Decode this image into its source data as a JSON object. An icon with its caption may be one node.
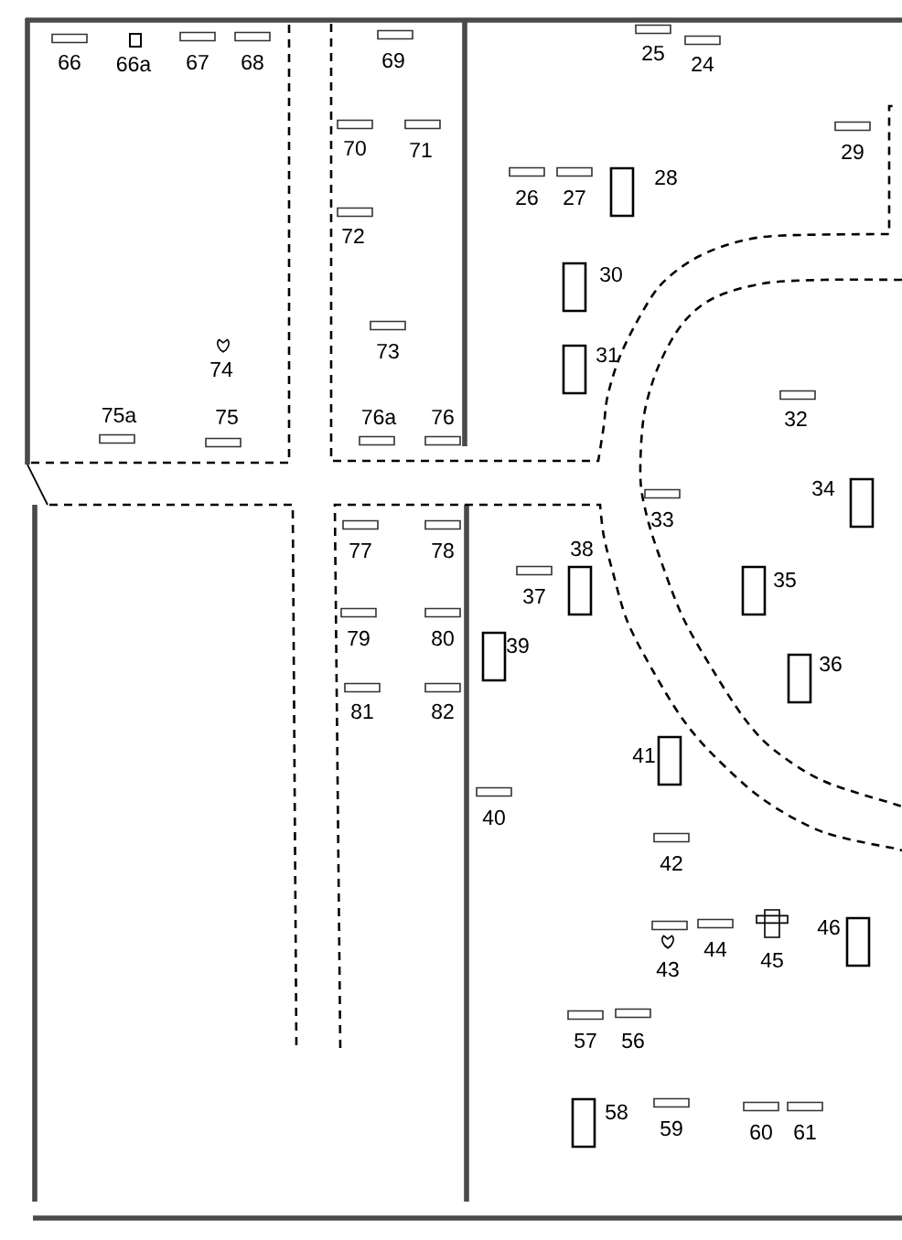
{
  "diagram": {
    "nodes": [
      {
        "text": [],
        "shape": "bar",
        "beside": [
          "66"
        ]
      },
      {
        "text": [],
        "shape": "square",
        "beside": [
          "66a"
        ]
      },
      {
        "text": [],
        "shape": "bar",
        "beside": [
          "67"
        ]
      },
      {
        "text": [],
        "shape": "bar",
        "beside": [
          "68"
        ]
      },
      {
        "text": [],
        "shape": "bar",
        "beside": [
          "69"
        ]
      },
      {
        "text": [],
        "shape": "bar",
        "beside": [
          "25"
        ]
      },
      {
        "text": [],
        "shape": "bar",
        "beside": [
          "24"
        ]
      },
      {
        "text": [],
        "shape": "bar",
        "beside": [
          "70"
        ]
      },
      {
        "text": [],
        "shape": "bar",
        "beside": [
          "71"
        ]
      },
      {
        "text": [],
        "shape": "bar",
        "beside": [
          "29"
        ]
      },
      {
        "text": [],
        "shape": "bar",
        "beside": [
          "26"
        ]
      },
      {
        "text": [],
        "shape": "bar",
        "beside": [
          "27"
        ]
      },
      {
        "text": [],
        "shape": "box",
        "beside": [
          "28"
        ]
      },
      {
        "text": [],
        "shape": "bar",
        "beside": [
          "72"
        ]
      },
      {
        "text": [],
        "shape": "box",
        "beside": [
          "30"
        ]
      },
      {
        "text": [],
        "shape": "bar",
        "beside": [
          "73"
        ]
      },
      {
        "text": [],
        "shape": "heart",
        "beside": [
          "74"
        ]
      },
      {
        "text": [],
        "shape": "box",
        "beside": [
          "31"
        ]
      },
      {
        "text": [],
        "shape": "bar",
        "beside": [
          "32"
        ]
      },
      {
        "text": [],
        "shape": "bar",
        "beside": [
          "75a"
        ]
      },
      {
        "text": [],
        "shape": "bar",
        "beside": [
          "75"
        ]
      },
      {
        "text": [],
        "shape": "bar",
        "beside": [
          "76a"
        ]
      },
      {
        "text": [],
        "shape": "bar",
        "beside": [
          "76"
        ]
      },
      {
        "text": [],
        "shape": "box",
        "beside": [
          "34"
        ]
      },
      {
        "text": [],
        "shape": "bar",
        "beside": [
          "33"
        ]
      },
      {
        "text": [],
        "shape": "bar",
        "beside": [
          "77"
        ]
      },
      {
        "text": [],
        "shape": "bar",
        "beside": [
          "78"
        ]
      },
      {
        "text": [],
        "shape": "box",
        "beside": [
          "38"
        ]
      },
      {
        "text": [],
        "shape": "bar",
        "beside": [
          "37"
        ]
      },
      {
        "text": [],
        "shape": "box",
        "beside": [
          "35"
        ]
      },
      {
        "text": [],
        "shape": "bar",
        "beside": [
          "79"
        ]
      },
      {
        "text": [],
        "shape": "bar",
        "beside": [
          "80"
        ]
      },
      {
        "text": [],
        "shape": "box",
        "beside": [
          "39"
        ]
      },
      {
        "text": [],
        "shape": "box",
        "beside": [
          "36"
        ]
      },
      {
        "text": [],
        "shape": "bar",
        "beside": [
          "81"
        ]
      },
      {
        "text": [],
        "shape": "bar",
        "beside": [
          "82"
        ]
      },
      {
        "text": [],
        "shape": "box",
        "beside": [
          "41"
        ]
      },
      {
        "text": [],
        "shape": "bar",
        "beside": [
          "40"
        ]
      },
      {
        "text": [],
        "shape": "bar",
        "beside": [
          "42"
        ]
      },
      {
        "text": [],
        "shape": "bar"
      },
      {
        "text": [],
        "shape": "heart",
        "beside": [
          "43"
        ]
      },
      {
        "text": [],
        "shape": "bar",
        "beside": [
          "44"
        ]
      },
      {
        "text": [],
        "shape": "cross",
        "beside": [
          "45"
        ]
      },
      {
        "text": [],
        "shape": "box",
        "beside": [
          "46"
        ]
      },
      {
        "text": [],
        "shape": "bar",
        "beside": [
          "57"
        ]
      },
      {
        "text": [],
        "shape": "bar",
        "beside": [
          "56"
        ]
      },
      {
        "text": [],
        "shape": "box",
        "beside": [
          "58"
        ]
      },
      {
        "text": [],
        "shape": "bar",
        "beside": [
          "59"
        ]
      },
      {
        "text": [],
        "shape": "bar",
        "beside": [
          "60"
        ]
      },
      {
        "text": [],
        "shape": "bar",
        "beside": [
          "61"
        ]
      }
    ]
  }
}
